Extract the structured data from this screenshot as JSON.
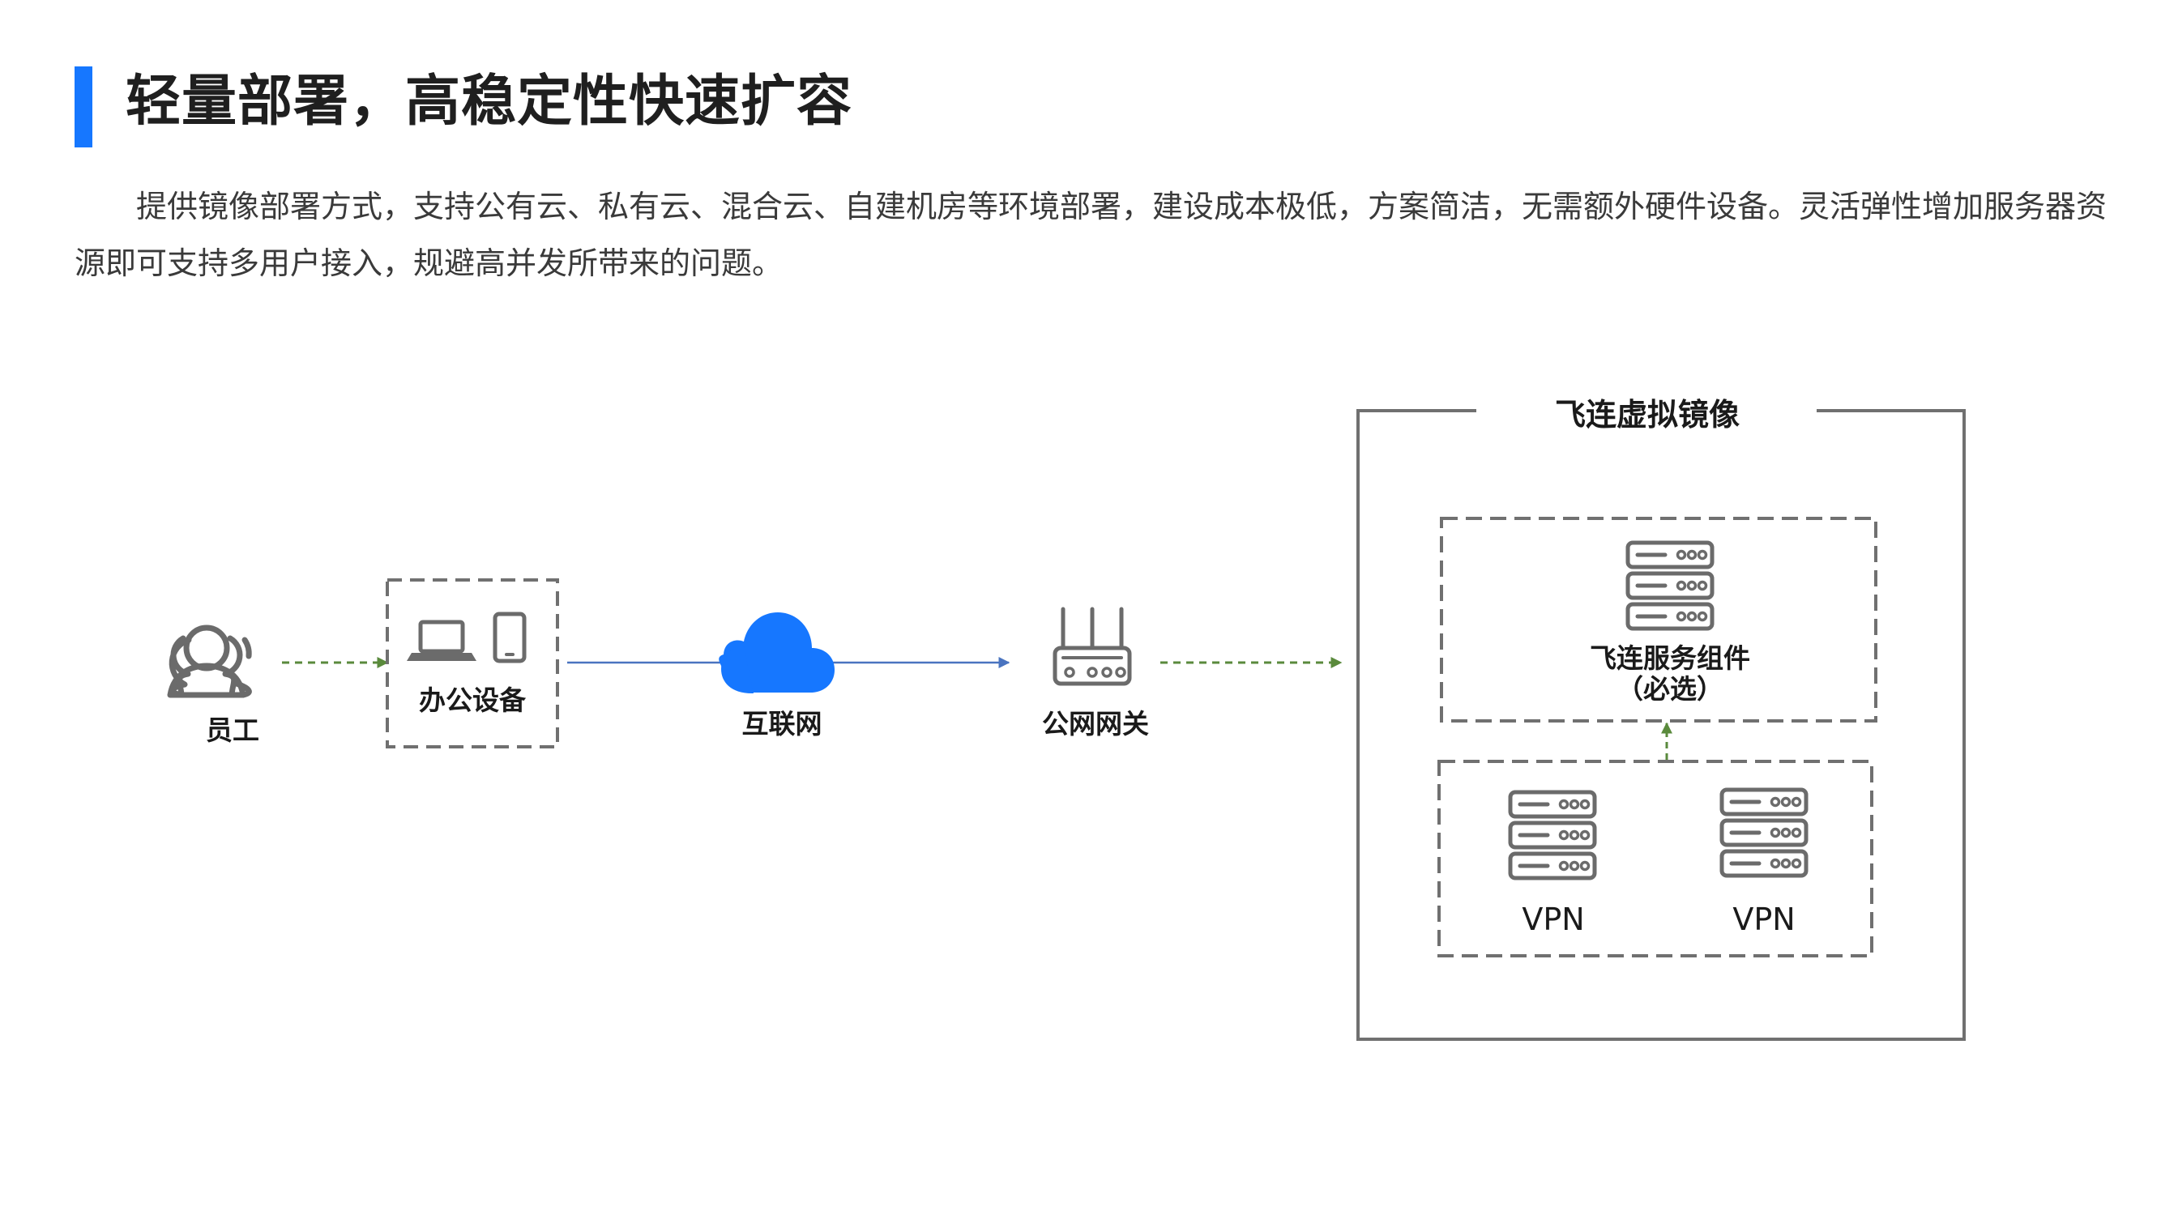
{
  "page": {
    "title": "轻量部署，高稳定性快速扩容",
    "description": "提供镜像部署方式，支持公有云、私有云、混合云、自建机房等环境部署，建设成本极低，方案简洁，无需额外硬件设备。灵活弹性增加服务器资源即可支持多用户接入，规避高并发所带来的问题。",
    "accent_color": "#1677ff"
  },
  "diagram": {
    "nodes": {
      "employee": {
        "label": "员工",
        "icon": "users-icon"
      },
      "office_devices": {
        "label": "办公设备",
        "icons": [
          "laptop-icon",
          "phone-icon"
        ]
      },
      "internet": {
        "label": "互联网",
        "icon": "cloud-icon",
        "color": "#1677ff"
      },
      "gateway": {
        "label": "公网网关",
        "icon": "router-icon"
      }
    },
    "mirror": {
      "title": "飞连虚拟镜像",
      "service": {
        "label": "飞连服务组件",
        "sublabel": "（必选）",
        "icon": "server-icon"
      },
      "vpn_nodes": [
        {
          "label": "VPN",
          "icon": "server-icon"
        },
        {
          "label": "VPN",
          "icon": "server-icon"
        }
      ]
    },
    "colors": {
      "dashed_arrow": "#5a8a3c",
      "solid_arrow": "#4a74c0",
      "border": "#707070",
      "icon": "#6b6b6b"
    }
  }
}
